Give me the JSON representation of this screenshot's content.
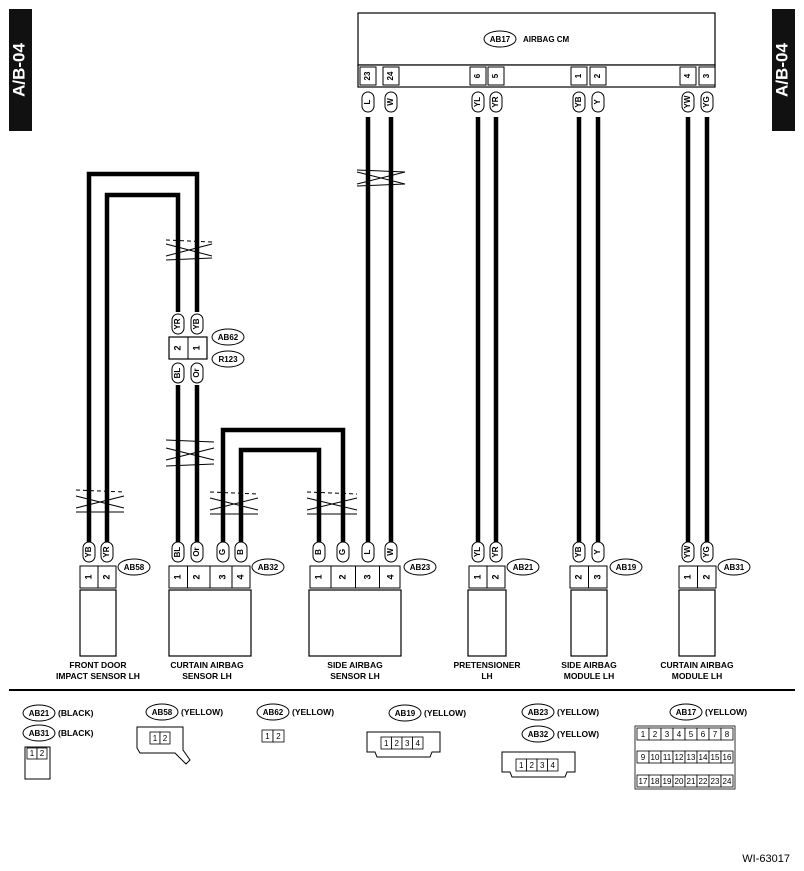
{
  "page_code": "A/B-04",
  "ecu": {
    "ref": "AB17",
    "name": "AIRBAG CM"
  },
  "ecu_pins": [
    {
      "pin": "23",
      "wire": "L"
    },
    {
      "pin": "24",
      "wire": "W"
    },
    {
      "pin": "6",
      "wire": "YL"
    },
    {
      "pin": "5",
      "wire": "YR"
    },
    {
      "pin": "1",
      "wire": "YB"
    },
    {
      "pin": "2",
      "wire": "Y"
    },
    {
      "pin": "4",
      "wire": "YW"
    },
    {
      "pin": "3",
      "wire": "YG"
    }
  ],
  "intermediate": {
    "refs": [
      "AB62",
      "R123"
    ],
    "upper_wires": [
      "YR",
      "YB"
    ],
    "pins": [
      "2",
      "1"
    ],
    "lower_wires": [
      "BL",
      "Or"
    ]
  },
  "components": [
    {
      "ref": "AB58",
      "name": [
        "FRONT DOOR",
        "IMPACT SENSOR LH"
      ],
      "pins": [
        {
          "pin": "1",
          "wire": "YB"
        },
        {
          "pin": "2",
          "wire": "YR"
        }
      ]
    },
    {
      "ref": "AB32",
      "name": [
        "CURTAIN AIRBAG",
        "SENSOR LH"
      ],
      "pins": [
        {
          "pin": "1",
          "wire": "BL"
        },
        {
          "pin": "2",
          "wire": "Or"
        },
        {
          "pin": "3",
          "wire": "G"
        },
        {
          "pin": "4",
          "wire": "B"
        }
      ]
    },
    {
      "ref": "AB23",
      "name": [
        "SIDE AIRBAG",
        "SENSOR LH"
      ],
      "pins": [
        {
          "pin": "1",
          "wire": "B"
        },
        {
          "pin": "2",
          "wire": "G"
        },
        {
          "pin": "3",
          "wire": "L"
        },
        {
          "pin": "4",
          "wire": "W"
        }
      ]
    },
    {
      "ref": "AB21",
      "name": [
        "PRETENSIONER",
        "LH"
      ],
      "pins": [
        {
          "pin": "1",
          "wire": "YL"
        },
        {
          "pin": "2",
          "wire": "YR"
        }
      ]
    },
    {
      "ref": "AB19",
      "name": [
        "SIDE AIRBAG",
        "MODULE LH"
      ],
      "pins": [
        {
          "pin": "2",
          "wire": "YB"
        },
        {
          "pin": "3",
          "wire": "Y"
        }
      ]
    },
    {
      "ref": "AB31",
      "name": [
        "CURTAIN AIRBAG",
        "MODULE LH"
      ],
      "pins": [
        {
          "pin": "1",
          "wire": "YW"
        },
        {
          "pin": "2",
          "wire": "YG"
        }
      ]
    }
  ],
  "legend": [
    {
      "refs": [
        "AB21",
        "AB31"
      ],
      "colors": [
        "(BLACK)",
        "(BLACK)"
      ],
      "pins": [
        "1",
        "2"
      ]
    },
    {
      "refs": [
        "AB58"
      ],
      "colors": [
        "(YELLOW)"
      ],
      "pins": [
        "1",
        "2"
      ]
    },
    {
      "refs": [
        "AB62"
      ],
      "colors": [
        "(YELLOW)"
      ],
      "pins": [
        "1",
        "2"
      ]
    },
    {
      "refs": [
        "AB19"
      ],
      "colors": [
        "(YELLOW)"
      ],
      "pins": [
        "1",
        "2",
        "3",
        "4"
      ]
    },
    {
      "refs": [
        "AB23",
        "AB32"
      ],
      "colors": [
        "(YELLOW)",
        "(YELLOW)"
      ],
      "pins": [
        "1",
        "2",
        "3",
        "4"
      ]
    },
    {
      "refs": [
        "AB17"
      ],
      "colors": [
        "(YELLOW)"
      ],
      "pins": [
        "1",
        "2",
        "3",
        "4",
        "5",
        "6",
        "7",
        "8",
        "9",
        "10",
        "11",
        "12",
        "13",
        "14",
        "15",
        "16",
        "17",
        "18",
        "19",
        "20",
        "21",
        "22",
        "23",
        "24"
      ]
    }
  ],
  "doc_id": "WI-63017"
}
